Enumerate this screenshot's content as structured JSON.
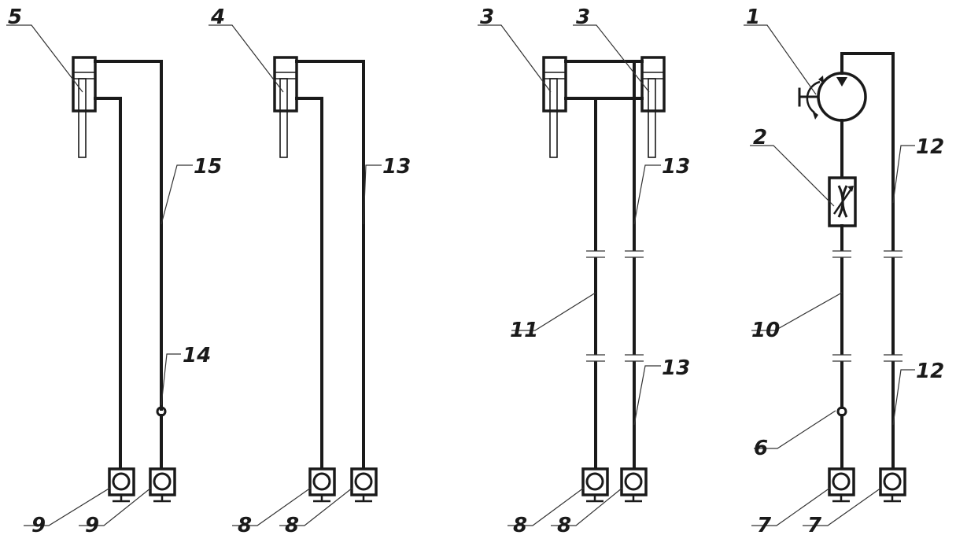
{
  "labels": {
    "l1": "1",
    "l2": "2",
    "l3a": "3",
    "l3b": "3",
    "l4": "4",
    "l5": "5",
    "l6": "6",
    "l7a": "7",
    "l7b": "7",
    "l8a": "8",
    "l8b": "8",
    "l8c": "8",
    "l8d": "8",
    "l9a": "9",
    "l9b": "9",
    "l10": "10",
    "l11": "11",
    "l12a": "12",
    "l12b": "12",
    "l13a": "13",
    "l13b": "13",
    "l13c": "13",
    "l14": "14",
    "l15": "15"
  }
}
